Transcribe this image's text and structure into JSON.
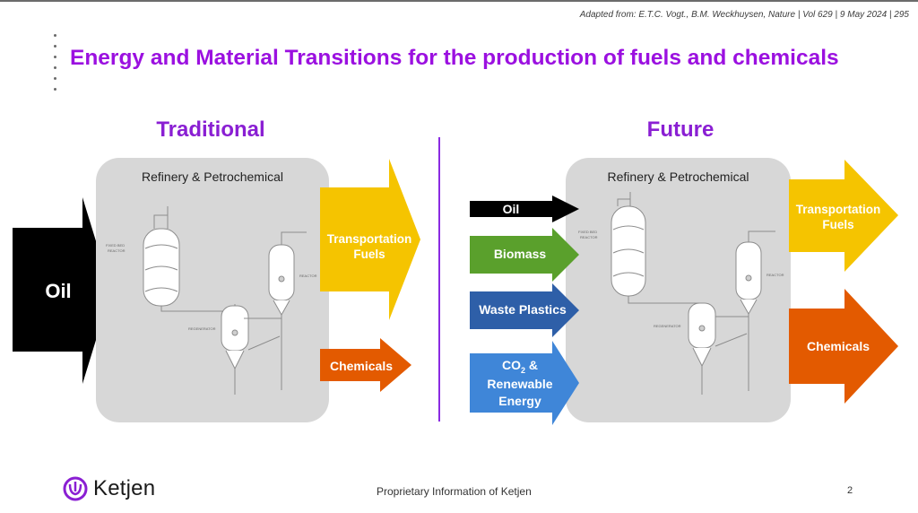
{
  "citation": "Adapted from: E.T.C. Vogt., B.M. Weckhuysen, Nature | Vol 629 | 9 May 2024 | 295",
  "title": "Energy and Material Transitions for the production of fuels and chemicals",
  "traditional": {
    "heading": "Traditional",
    "panel_label": "Refinery & Petrochemical",
    "input": "Oil",
    "outputs": {
      "fuels_line1": "Transportation",
      "fuels_line2": "Fuels",
      "chemicals": "Chemicals"
    }
  },
  "future": {
    "heading": "Future",
    "panel_label": "Refinery & Petrochemical",
    "inputs": {
      "oil": "Oil",
      "biomass": "Biomass",
      "waste_plastics": "Waste Plastics",
      "co2_prefix": "CO",
      "co2_sub": "2",
      "co2_suffix": " &",
      "renewable": "Renewable",
      "energy": "Energy"
    },
    "outputs": {
      "fuels_line1": "Transportation",
      "fuels_line2": "Fuels",
      "chemicals": "Chemicals"
    }
  },
  "diagram_labels": {
    "fixed_bed_1": "FIXED BED",
    "fixed_bed_2": "REACTOR",
    "regenerator": "REGENERATOR",
    "reactor": "REACTOR"
  },
  "footer": {
    "brand": "Ketjen",
    "text": "Proprietary Information of Ketjen",
    "page": "2"
  },
  "colors": {
    "title": "#9b10e0",
    "fuels": "#f5c400",
    "chemicals": "#e35a00",
    "biomass": "#5aa02c",
    "waste_plastics": "#2e5fa8",
    "co2": "#3f86d8",
    "divider": "#8a2be2"
  }
}
